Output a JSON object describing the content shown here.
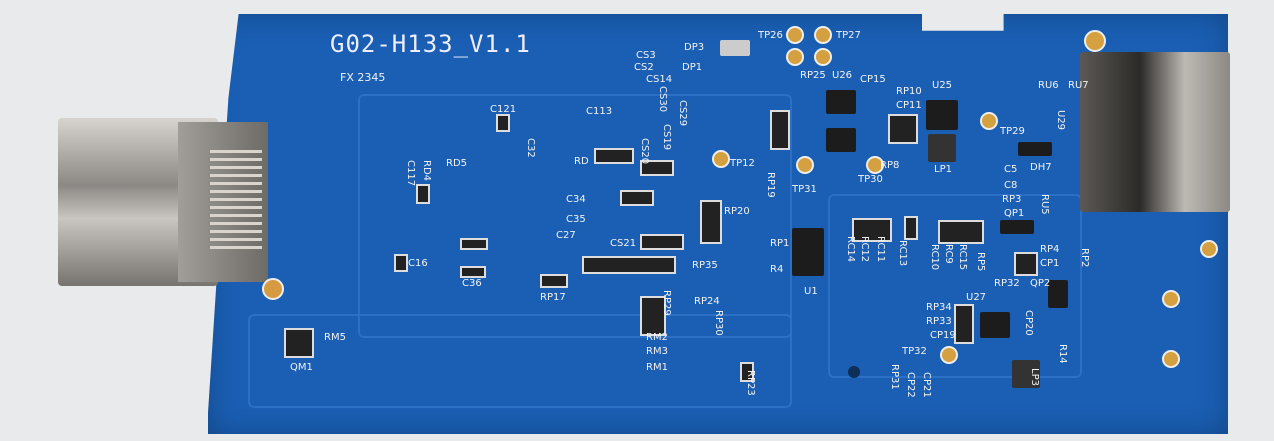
{
  "board": {
    "title": "G02-H133_V1.1",
    "code": "FX 2345",
    "labels": [
      "DP3",
      "DP1",
      "TP26",
      "TP27",
      "CS3",
      "CS2",
      "CS14",
      "CS30",
      "CS29",
      "CS19",
      "CS20",
      "RP25",
      "U26",
      "CP15",
      "RP10",
      "CP11",
      "U25",
      "RU6",
      "RU7",
      "U29",
      "C121",
      "C113",
      "C32",
      "RD",
      "C117",
      "RD4",
      "RD5",
      "TP12",
      "RP19",
      "TP31",
      "TP30",
      "RP8",
      "LP1",
      "TP29",
      "DH7",
      "C5",
      "C8",
      "RP3",
      "QP1",
      "RU5",
      "C34",
      "C35",
      "C27",
      "CS21",
      "RP20",
      "RP1",
      "R4",
      "U1",
      "RC14",
      "RC12",
      "RC11",
      "RC13",
      "RC10",
      "RC9",
      "RC15",
      "RP4",
      "CP1",
      "RP2",
      "RP5",
      "RP32",
      "QP2",
      "C16",
      "C36",
      "RP17",
      "RP35",
      "RP29",
      "RP24",
      "RP30",
      "RM2",
      "RM3",
      "RM1",
      "RP23",
      "RM5",
      "QM1",
      "RP34",
      "RP33",
      "CP19",
      "U27",
      "CP20",
      "TP32",
      "RP31",
      "CP22",
      "CP21",
      "LP3",
      "R14"
    ],
    "colors": {
      "pcb": "#1a5fb4",
      "silkscreen": "#f2f2f2",
      "pad": "#c9b77a"
    }
  }
}
